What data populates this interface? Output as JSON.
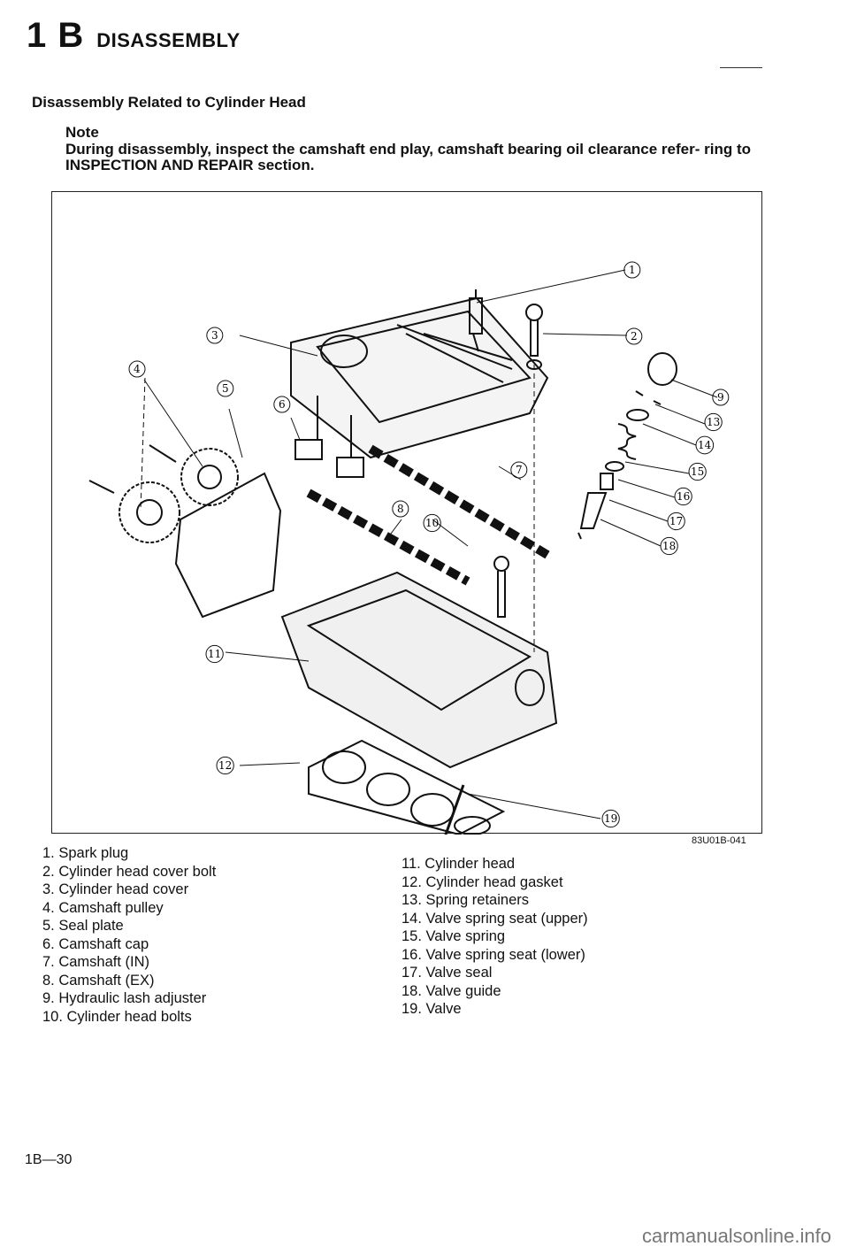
{
  "header": {
    "section": "1 B",
    "title": "DISASSEMBLY"
  },
  "subtitle": "Disassembly Related to Cylinder Head",
  "note": {
    "label": "Note",
    "text": "During disassembly, inspect the camshaft end play, camshaft bearing oil clearance refer- ring to INSPECTION AND REPAIR section."
  },
  "figure": {
    "code": "83U01B-041"
  },
  "callouts": [
    "1",
    "2",
    "3",
    "4",
    "5",
    "6",
    "7",
    "8",
    "9",
    "10",
    "11",
    "12",
    "13",
    "14",
    "15",
    "16",
    "17",
    "18",
    "19"
  ],
  "parts_left": [
    " 1. Spark plug",
    " 2. Cylinder head cover bolt",
    " 3. Cylinder head cover",
    " 4. Camshaft pulley",
    " 5. Seal plate",
    " 6. Camshaft cap",
    " 7. Camshaft (IN)",
    " 8. Camshaft (EX)",
    " 9. Hydraulic lash adjuster",
    "10. Cylinder head bolts"
  ],
  "parts_right": [
    "11. Cylinder head",
    "12. Cylinder head gasket",
    "13. Spring retainers",
    "14. Valve spring seat (upper)",
    "15. Valve spring",
    "16. Valve spring seat (lower)",
    "17. Valve seal",
    "18. Valve guide",
    "19. Valve"
  ],
  "page_number": "1B—30",
  "watermark": "carmanualsonline.info"
}
